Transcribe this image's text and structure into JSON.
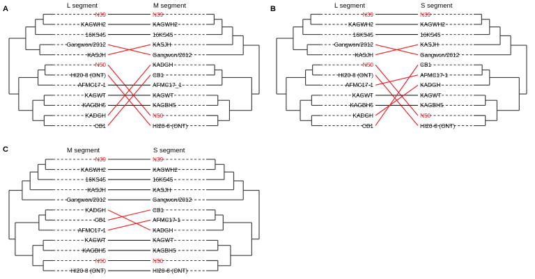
{
  "figure": {
    "type": "tanglegram-figure",
    "background": "#ffffff",
    "highlight_color": "#ee1c24",
    "line_color": "#3a3a3a",
    "panels": [
      {
        "letter": "A",
        "left_title": "L segment",
        "right_title": "M segment",
        "left_taxa": [
          {
            "label": "N39",
            "highlight": true
          },
          {
            "label": "KAGWH2",
            "highlight": false
          },
          {
            "label": "16KS45",
            "highlight": false
          },
          {
            "label": "Gangwon/2012",
            "highlight": false
          },
          {
            "label": "KASJH",
            "highlight": false
          },
          {
            "label": "N50",
            "highlight": true
          },
          {
            "label": "HI20-8 (ONT)",
            "highlight": false
          },
          {
            "label": "AFMC17-1",
            "highlight": false
          },
          {
            "label": "KAGWT",
            "highlight": false
          },
          {
            "label": "KAGBH5",
            "highlight": false
          },
          {
            "label": "KADGH",
            "highlight": false
          },
          {
            "label": "CB1",
            "highlight": false
          }
        ],
        "right_taxa": [
          {
            "label": "N39",
            "highlight": true
          },
          {
            "label": "KAGWH2",
            "highlight": false
          },
          {
            "label": "16KS45",
            "highlight": false
          },
          {
            "label": "KASJH",
            "highlight": false
          },
          {
            "label": "Gangwon/2012",
            "highlight": false
          },
          {
            "label": "KADGH",
            "highlight": false
          },
          {
            "label": "CB1",
            "highlight": false
          },
          {
            "label": "AFMC17_1",
            "highlight": false
          },
          {
            "label": "KAGWT",
            "highlight": false
          },
          {
            "label": "KAGBH5",
            "highlight": false
          },
          {
            "label": "N50",
            "highlight": true
          },
          {
            "label": "HI20-8 (ONT)",
            "highlight": false
          }
        ],
        "links": [
          {
            "from": 0,
            "to": 0,
            "crossed": false
          },
          {
            "from": 1,
            "to": 1,
            "crossed": false
          },
          {
            "from": 2,
            "to": 2,
            "crossed": false
          },
          {
            "from": 3,
            "to": 4,
            "crossed": true
          },
          {
            "from": 4,
            "to": 3,
            "crossed": true
          },
          {
            "from": 5,
            "to": 10,
            "crossed": true
          },
          {
            "from": 6,
            "to": 11,
            "crossed": true
          },
          {
            "from": 7,
            "to": 7,
            "crossed": false
          },
          {
            "from": 8,
            "to": 8,
            "crossed": false
          },
          {
            "from": 9,
            "to": 9,
            "crossed": false
          },
          {
            "from": 10,
            "to": 5,
            "crossed": true
          },
          {
            "from": 11,
            "to": 6,
            "crossed": true
          }
        ]
      },
      {
        "letter": "B",
        "left_title": "L segment",
        "right_title": "S segment",
        "left_taxa": [
          {
            "label": "N39",
            "highlight": true
          },
          {
            "label": "KAGWH2",
            "highlight": false
          },
          {
            "label": "16KS45",
            "highlight": false
          },
          {
            "label": "Gangwon/2012",
            "highlight": false
          },
          {
            "label": "KASJH",
            "highlight": false
          },
          {
            "label": "N50",
            "highlight": true
          },
          {
            "label": "HI20-8 (ONT)",
            "highlight": false
          },
          {
            "label": "AFMC17-1",
            "highlight": false
          },
          {
            "label": "KAGWT",
            "highlight": false
          },
          {
            "label": "KAGBH5",
            "highlight": false
          },
          {
            "label": "KADGH",
            "highlight": false
          },
          {
            "label": "CB1",
            "highlight": false
          }
        ],
        "right_taxa": [
          {
            "label": "N39",
            "highlight": true
          },
          {
            "label": "KAGWH2",
            "highlight": false
          },
          {
            "label": "16KS45",
            "highlight": false
          },
          {
            "label": "KASJH",
            "highlight": false
          },
          {
            "label": "Gangwon/2012",
            "highlight": false
          },
          {
            "label": "CB1",
            "highlight": false
          },
          {
            "label": "AFMC17-1",
            "highlight": false
          },
          {
            "label": "KADGH",
            "highlight": false
          },
          {
            "label": "KAGWT",
            "highlight": false
          },
          {
            "label": "KAGBH5",
            "highlight": false
          },
          {
            "label": "N50",
            "highlight": true
          },
          {
            "label": "HI20-8 (ONT)",
            "highlight": false
          }
        ],
        "links": [
          {
            "from": 0,
            "to": 0,
            "crossed": false
          },
          {
            "from": 1,
            "to": 1,
            "crossed": false
          },
          {
            "from": 2,
            "to": 2,
            "crossed": false
          },
          {
            "from": 3,
            "to": 4,
            "crossed": true
          },
          {
            "from": 4,
            "to": 3,
            "crossed": true
          },
          {
            "from": 5,
            "to": 10,
            "crossed": true
          },
          {
            "from": 6,
            "to": 11,
            "crossed": true
          },
          {
            "from": 7,
            "to": 6,
            "crossed": true
          },
          {
            "from": 8,
            "to": 8,
            "crossed": false
          },
          {
            "from": 9,
            "to": 9,
            "crossed": false
          },
          {
            "from": 10,
            "to": 7,
            "crossed": true
          },
          {
            "from": 11,
            "to": 5,
            "crossed": true
          }
        ]
      },
      {
        "letter": "C",
        "left_title": "M segment",
        "right_title": "S segment",
        "left_taxa": [
          {
            "label": "N39",
            "highlight": true
          },
          {
            "label": "KAGWH2",
            "highlight": false
          },
          {
            "label": "16KS45",
            "highlight": false
          },
          {
            "label": "KASJH",
            "highlight": false
          },
          {
            "label": "Gangwon/2012",
            "highlight": false
          },
          {
            "label": "KADGH",
            "highlight": false
          },
          {
            "label": "CB1",
            "highlight": false
          },
          {
            "label": "AFMC17-1",
            "highlight": false
          },
          {
            "label": "KAGWT",
            "highlight": false
          },
          {
            "label": "KAGBH5",
            "highlight": false
          },
          {
            "label": "N50",
            "highlight": true
          },
          {
            "label": "HI20-8 (ONT)",
            "highlight": false
          }
        ],
        "right_taxa": [
          {
            "label": "N39",
            "highlight": true
          },
          {
            "label": "KAGWH2",
            "highlight": false
          },
          {
            "label": "16KS45",
            "highlight": false
          },
          {
            "label": "KASJH",
            "highlight": false
          },
          {
            "label": "Gangwon/2012",
            "highlight": false
          },
          {
            "label": "CB1",
            "highlight": false
          },
          {
            "label": "AFMC17-1",
            "highlight": false
          },
          {
            "label": "KADGH",
            "highlight": false
          },
          {
            "label": "KAGWT",
            "highlight": false
          },
          {
            "label": "KAGBH5",
            "highlight": false
          },
          {
            "label": "N50",
            "highlight": true
          },
          {
            "label": "HI20-8 (ONT)",
            "highlight": false
          }
        ],
        "links": [
          {
            "from": 0,
            "to": 0,
            "crossed": false
          },
          {
            "from": 1,
            "to": 1,
            "crossed": false
          },
          {
            "from": 2,
            "to": 2,
            "crossed": false
          },
          {
            "from": 3,
            "to": 3,
            "crossed": false
          },
          {
            "from": 4,
            "to": 4,
            "crossed": false
          },
          {
            "from": 5,
            "to": 7,
            "crossed": true
          },
          {
            "from": 6,
            "to": 5,
            "crossed": true
          },
          {
            "from": 7,
            "to": 6,
            "crossed": true
          },
          {
            "from": 8,
            "to": 8,
            "crossed": false
          },
          {
            "from": 9,
            "to": 9,
            "crossed": false
          },
          {
            "from": 10,
            "to": 10,
            "crossed": false
          },
          {
            "from": 11,
            "to": 11,
            "crossed": false
          }
        ]
      }
    ]
  },
  "chart_data": {
    "type": "tanglegram",
    "title": "",
    "panels": [
      {
        "id": "A",
        "left_tree_label": "L segment",
        "right_tree_label": "M segment",
        "left_tip_order": [
          "N39",
          "KAGWH2",
          "16KS45",
          "Gangwon/2012",
          "KASJH",
          "N50",
          "HI20-8 (ONT)",
          "AFMC17-1",
          "KAGWT",
          "KAGBH5",
          "KADGH",
          "CB1"
        ],
        "right_tip_order": [
          "N39",
          "KAGWH2",
          "16KS45",
          "KASJH",
          "Gangwon/2012",
          "KADGH",
          "CB1",
          "AFMC17_1",
          "KAGWT",
          "KAGBH5",
          "N50",
          "HI20-8 (ONT)"
        ],
        "discordant_tips": [
          "Gangwon/2012",
          "KASJH",
          "N50",
          "HI20-8 (ONT)",
          "KADGH",
          "CB1"
        ]
      },
      {
        "id": "B",
        "left_tree_label": "L segment",
        "right_tree_label": "S segment",
        "left_tip_order": [
          "N39",
          "KAGWH2",
          "16KS45",
          "Gangwon/2012",
          "KASJH",
          "N50",
          "HI20-8 (ONT)",
          "AFMC17-1",
          "KAGWT",
          "KAGBH5",
          "KADGH",
          "CB1"
        ],
        "right_tip_order": [
          "N39",
          "KAGWH2",
          "16KS45",
          "KASJH",
          "Gangwon/2012",
          "CB1",
          "AFMC17-1",
          "KADGH",
          "KAGWT",
          "KAGBH5",
          "N50",
          "HI20-8 (ONT)"
        ],
        "discordant_tips": [
          "Gangwon/2012",
          "KASJH",
          "N50",
          "HI20-8 (ONT)",
          "AFMC17-1",
          "KADGH",
          "CB1"
        ]
      },
      {
        "id": "C",
        "left_tree_label": "M segment",
        "right_tree_label": "S segment",
        "left_tip_order": [
          "N39",
          "KAGWH2",
          "16KS45",
          "KASJH",
          "Gangwon/2012",
          "KADGH",
          "CB1",
          "AFMC17-1",
          "KAGWT",
          "KAGBH5",
          "N50",
          "HI20-8 (ONT)"
        ],
        "right_tip_order": [
          "N39",
          "KAGWH2",
          "16KS45",
          "KASJH",
          "Gangwon/2012",
          "CB1",
          "AFMC17-1",
          "KADGH",
          "KAGWT",
          "KAGBH5",
          "N50",
          "HI20-8 (ONT)"
        ],
        "discordant_tips": [
          "KADGH",
          "CB1",
          "AFMC17-1"
        ]
      }
    ],
    "highlight_color": "#ee1c24",
    "highlighted_strains": [
      "N39",
      "N50"
    ]
  }
}
